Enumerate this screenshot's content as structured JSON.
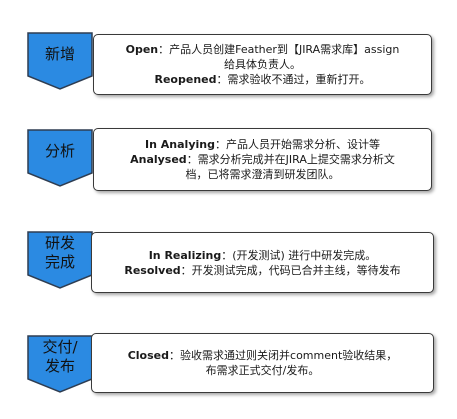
{
  "colors": {
    "badge_fill": "#2b8ae2",
    "badge_stroke": "#2e3d52",
    "note_border": "#3a3a3a"
  },
  "stages": [
    {
      "badge": "新增",
      "lines": [
        {
          "key": "Open",
          "sep": "：",
          "text": "产品人员创建Feather到【JIRA需求库】assign"
        },
        {
          "key": "",
          "sep": "",
          "text": "给具体负责人。"
        },
        {
          "key": "Reopened",
          "sep": "：",
          "text": "需求验收不通过，重新打开。"
        }
      ]
    },
    {
      "badge": "分析",
      "lines": [
        {
          "key": "In Analying",
          "sep": "：",
          "text": "产品人员开始需求分析、设计等"
        },
        {
          "key": "Analysed",
          "sep": "：",
          "text": "需求分析完成并在JIRA上提交需求分析文"
        },
        {
          "key": "",
          "sep": "",
          "text": "档，已将需求澄清到研发团队。"
        }
      ]
    },
    {
      "badge": "研发\n完成",
      "lines": [
        {
          "key": "In Realizing",
          "sep": "：",
          "text": "(开发测试) 进行中研发完成。"
        },
        {
          "key": "Resolved",
          "sep": "：",
          "text": "开发测试完成，代码已合并主线，等待发布"
        }
      ]
    },
    {
      "badge": "交付/\n发布",
      "lines": [
        {
          "key": "Closed",
          "sep": "：",
          "text": "验收需求通过则关闭并comment验收结果，"
        },
        {
          "key": "",
          "sep": "",
          "text": "布需求正式交付/发布。"
        }
      ]
    }
  ]
}
